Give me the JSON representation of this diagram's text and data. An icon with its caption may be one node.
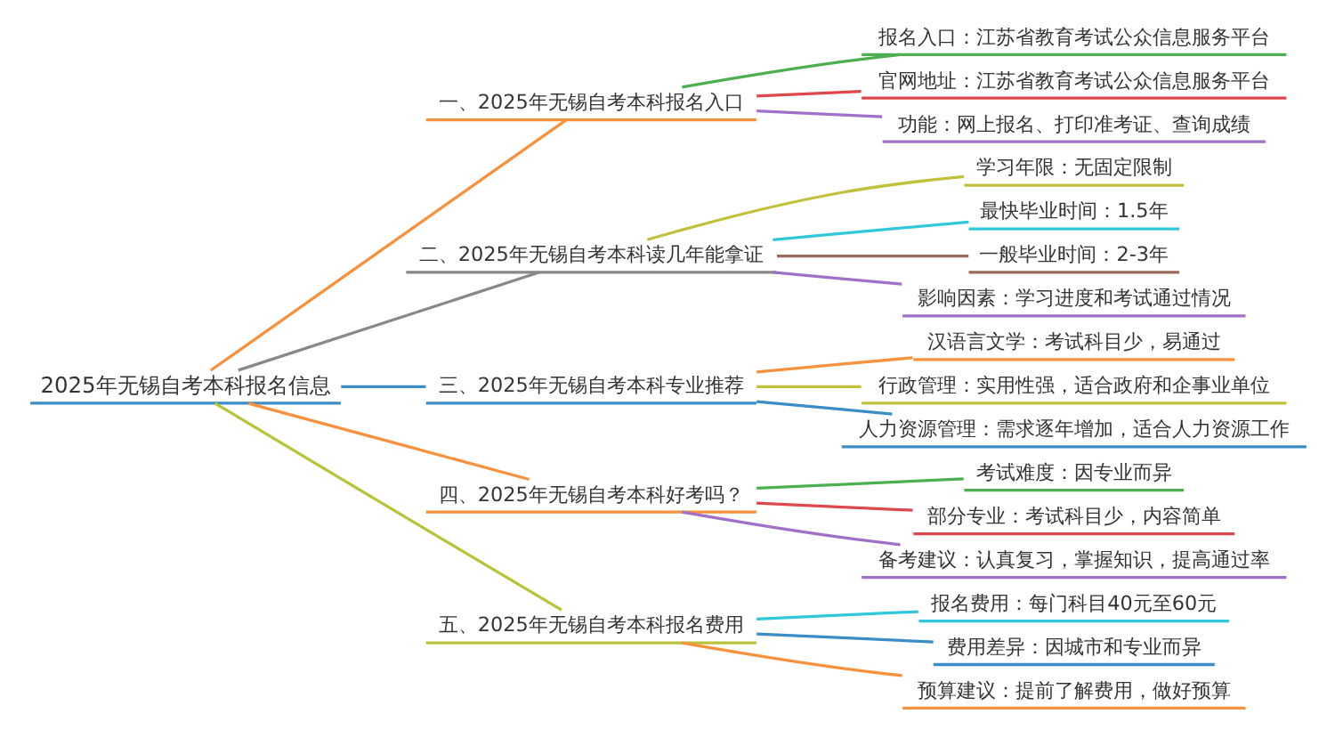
{
  "diagram": {
    "nodes": [
      {
        "text": [
          "2025年无锡自考本科报名信息"
        ]
      },
      {
        "text": [
          "一、2025年无锡自考本科报名入口"
        ]
      },
      {
        "text": [
          "报名入口：江苏省教育考试公众信息服务平台"
        ]
      },
      {
        "text": [
          "官网地址：江苏省教育考试公众信息服务平台"
        ]
      },
      {
        "text": [
          "功能：网上报名、打印准考证、查询成绩"
        ]
      },
      {
        "text": [
          "二、2025年无锡自考本科读几年能拿证"
        ]
      },
      {
        "text": [
          "学习年限：无固定限制"
        ]
      },
      {
        "text": [
          "最快毕业时间：1.5年"
        ]
      },
      {
        "text": [
          "一般毕业时间：2-3年"
        ]
      },
      {
        "text": [
          "影响因素：学习进度和考试通过情况"
        ]
      },
      {
        "text": [
          "三、2025年无锡自考本科专业推荐"
        ]
      },
      {
        "text": [
          "汉语言文学：考试科目少，易通过"
        ]
      },
      {
        "text": [
          "行政管理：实用性强，适合政府和企事业单位"
        ]
      },
      {
        "text": [
          "人力资源管理：需求逐年增加，适合人力资源工作"
        ]
      },
      {
        "text": [
          "四、2025年无锡自考本科好考吗？"
        ]
      },
      {
        "text": [
          "考试难度：因专业而异"
        ]
      },
      {
        "text": [
          "部分专业：考试科目少，内容简单"
        ]
      },
      {
        "text": [
          "备考建议：认真复习，掌握知识，提高通过率"
        ]
      },
      {
        "text": [
          "五、2025年无锡自考本科报名费用"
        ]
      },
      {
        "text": [
          "报名费用：每门科目40元至60元"
        ]
      },
      {
        "text": [
          "费用差异：因城市和专业而异"
        ]
      },
      {
        "text": [
          "预算建议：提前了解费用，做好预算"
        ]
      }
    ],
    "edges": [
      {
        "from": 0,
        "to": 1,
        "arrow": "none",
        "color": "#f7913d"
      },
      {
        "from": 1,
        "to": 2,
        "arrow": "none",
        "color": "#4caf50"
      },
      {
        "from": 1,
        "to": 3,
        "arrow": "none",
        "color": "#e0474c"
      },
      {
        "from": 1,
        "to": 4,
        "arrow": "none",
        "color": "#a070c8"
      },
      {
        "from": 0,
        "to": 5,
        "arrow": "none",
        "color": "#888888"
      },
      {
        "from": 5,
        "to": 6,
        "arrow": "none",
        "color": "#c0c03a"
      },
      {
        "from": 5,
        "to": 7,
        "arrow": "none",
        "color": "#30c8d8"
      },
      {
        "from": 5,
        "to": 8,
        "arrow": "none",
        "color": "#9a6a5a"
      },
      {
        "from": 5,
        "to": 9,
        "arrow": "none",
        "color": "#a070c8"
      },
      {
        "from": 0,
        "to": 10,
        "arrow": "none",
        "color": "#3c8dc5"
      },
      {
        "from": 10,
        "to": 11,
        "arrow": "none",
        "color": "#f7913d"
      },
      {
        "from": 10,
        "to": 12,
        "arrow": "none",
        "color": "#c0c03a"
      },
      {
        "from": 10,
        "to": 13,
        "arrow": "none",
        "color": "#3c8dc5"
      },
      {
        "from": 0,
        "to": 14,
        "arrow": "none",
        "color": "#f7913d"
      },
      {
        "from": 14,
        "to": 15,
        "arrow": "none",
        "color": "#4caf50"
      },
      {
        "from": 14,
        "to": 16,
        "arrow": "none",
        "color": "#e0474c"
      },
      {
        "from": 14,
        "to": 17,
        "arrow": "none",
        "color": "#a070c8"
      },
      {
        "from": 0,
        "to": 18,
        "arrow": "none",
        "color": "#b9c33a"
      },
      {
        "from": 18,
        "to": 19,
        "arrow": "none",
        "color": "#30c8d8"
      },
      {
        "from": 18,
        "to": 20,
        "arrow": "none",
        "color": "#3c8dc5"
      },
      {
        "from": 18,
        "to": 21,
        "arrow": "none",
        "color": "#f7913d"
      }
    ]
  }
}
